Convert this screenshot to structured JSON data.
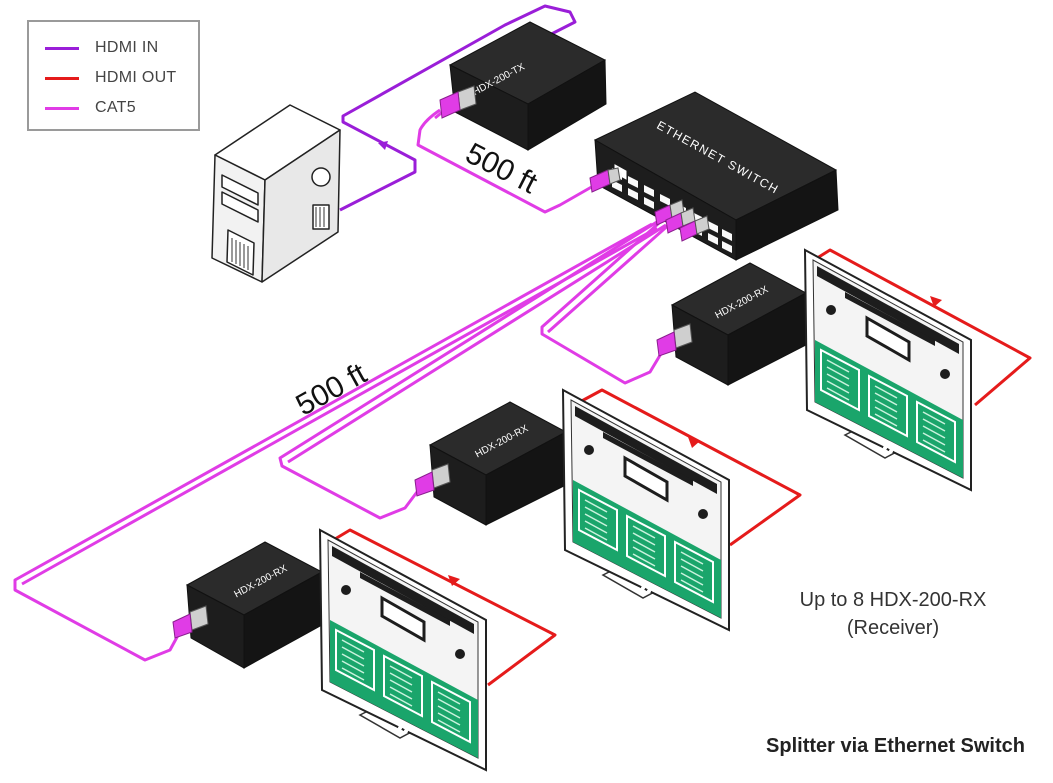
{
  "legend": {
    "items": [
      {
        "label": "HDMI IN",
        "color": "#9a1ed8"
      },
      {
        "label": "HDMI OUT",
        "color": "#e51b1b"
      },
      {
        "label": "CAT5",
        "color": "#e03ce6"
      }
    ]
  },
  "devices": {
    "transmitter": "HDX-200-TX",
    "switch": "ETHERNET SWITCH",
    "receiver": "HDX-200-RX"
  },
  "distances": {
    "top": "500 ft",
    "left": "500 ft"
  },
  "caption": {
    "line1": "Up to 8 HDX-200-RX",
    "line2": "(Receiver)"
  },
  "title": "Splitter via Ethernet Switch",
  "colors": {
    "hdmi_in": "#9a1ed8",
    "hdmi_out": "#e51b1b",
    "cat5": "#e03ce6",
    "device_dark": "#1d1d1d",
    "screen_green": "#1aa56b"
  }
}
